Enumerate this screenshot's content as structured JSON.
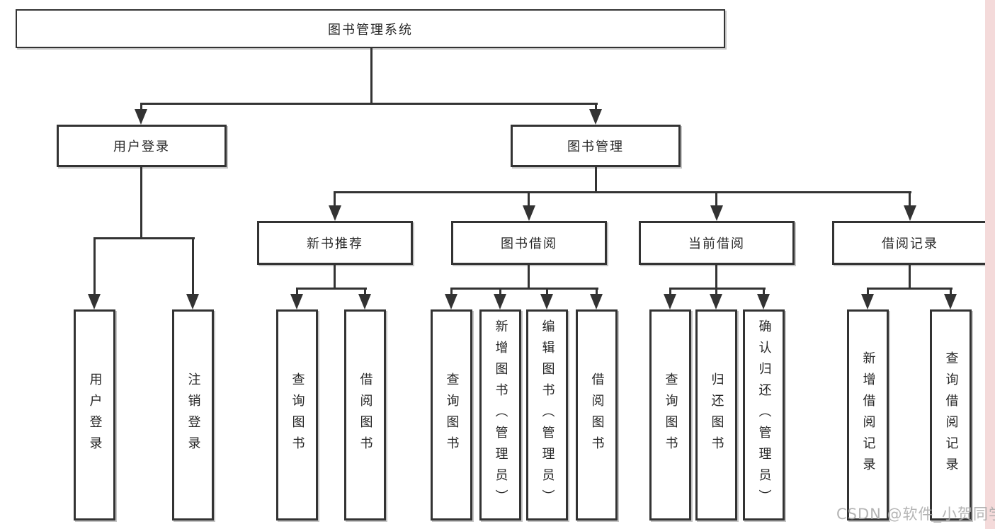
{
  "root": {
    "label": "图书管理系统"
  },
  "level2": [
    {
      "label": "用户登录"
    },
    {
      "label": "图书管理"
    }
  ],
  "level3": [
    {
      "label": "新书推荐",
      "parent": "图书管理"
    },
    {
      "label": "图书借阅",
      "parent": "图书管理"
    },
    {
      "label": "当前借阅",
      "parent": "图书管理"
    },
    {
      "label": "借阅记录",
      "parent": "图书管理"
    }
  ],
  "leaves": [
    {
      "label": "用户登录",
      "parent": "用户登录"
    },
    {
      "label": "注销登录",
      "parent": "用户登录"
    },
    {
      "label": "查询图书",
      "parent": "新书推荐"
    },
    {
      "label": "借阅图书",
      "parent": "新书推荐"
    },
    {
      "label": "查询图书",
      "parent": "图书借阅"
    },
    {
      "label": "新增图书（管理员）",
      "parent": "图书借阅"
    },
    {
      "label": "编辑图书（管理员）",
      "parent": "图书借阅"
    },
    {
      "label": "借阅图书",
      "parent": "图书借阅"
    },
    {
      "label": "查询图书",
      "parent": "当前借阅"
    },
    {
      "label": "归还图书",
      "parent": "当前借阅"
    },
    {
      "label": "确认归还（管理员）",
      "parent": "当前借阅"
    },
    {
      "label": "新增借阅记录",
      "parent": "借阅记录"
    },
    {
      "label": "查询借阅记录",
      "parent": "借阅记录"
    }
  ],
  "watermark": {
    "text": "CSDN @软件_小贺同学"
  },
  "colors": {
    "line": "#333333",
    "text": "#262626",
    "background": "#ffffff",
    "right_strip": "#f4dada",
    "watermark": "#a8a8a8"
  }
}
